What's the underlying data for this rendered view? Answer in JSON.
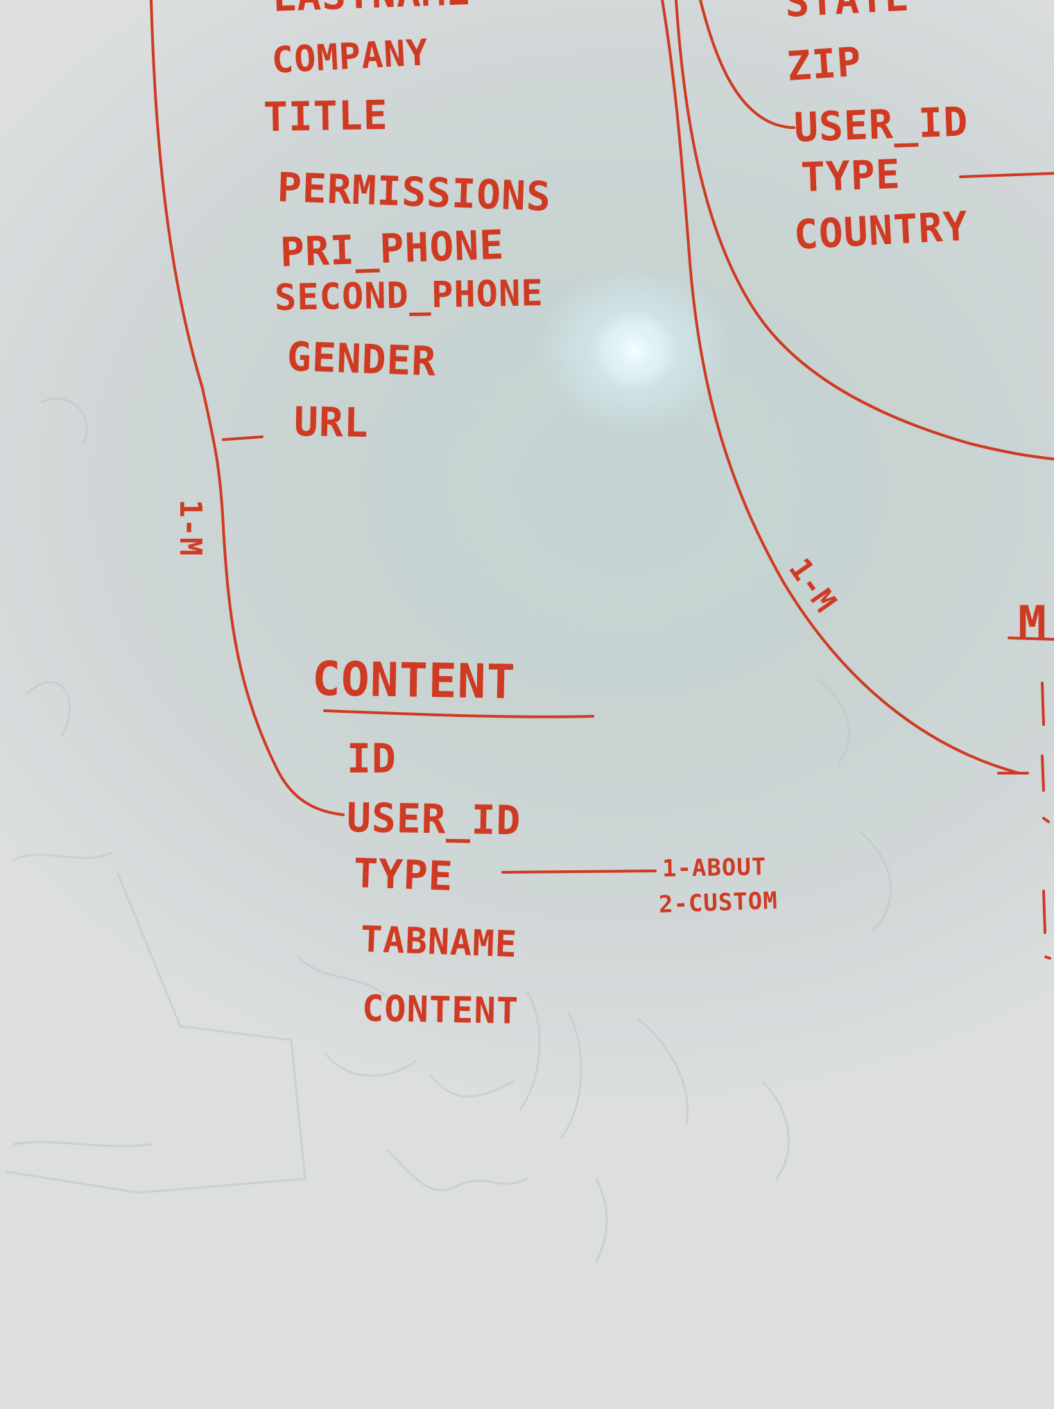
{
  "diagram": {
    "user_table": {
      "fields": [
        "LASTNAME",
        "COMPANY",
        "TITLE",
        "PERMISSIONS",
        "PRI_PHONE",
        "SECOND_PHONE",
        "GENDER",
        "URL"
      ]
    },
    "address_table": {
      "fields": [
        "STATE",
        "ZIP",
        "USER_ID",
        "TYPE",
        "COUNTRY"
      ]
    },
    "content_table": {
      "title": "CONTENT",
      "fields": [
        "ID",
        "USER_ID",
        "TYPE",
        "TABNAME",
        "CONTENT"
      ],
      "type_values": [
        "1-ABOUT",
        "2-CUSTOM"
      ]
    },
    "relations": {
      "user_to_content": "1-M",
      "right_branch": "1-M"
    },
    "partial_table_right": {
      "title_fragment": "M"
    },
    "ink_color": "#cf3a22"
  }
}
